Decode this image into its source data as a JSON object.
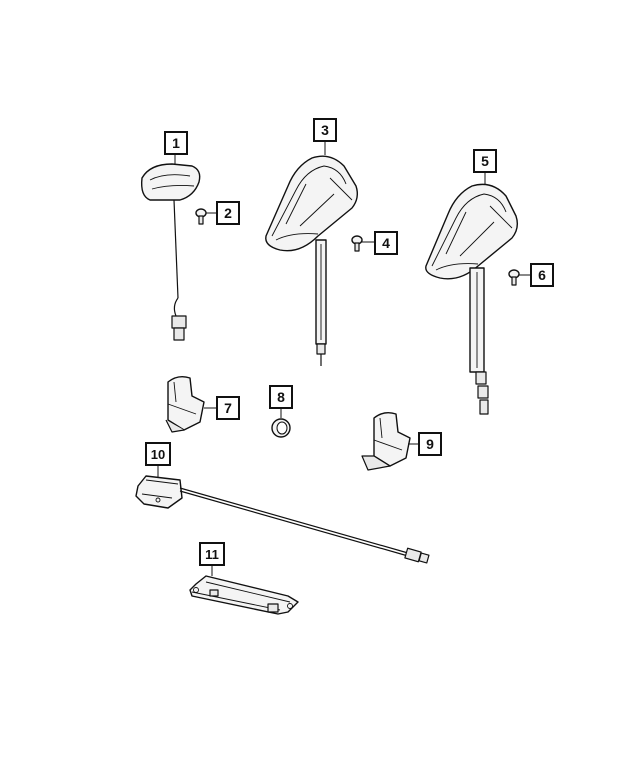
{
  "callouts": [
    {
      "id": "callout-1",
      "label": "1"
    },
    {
      "id": "callout-2",
      "label": "2"
    },
    {
      "id": "callout-3",
      "label": "3"
    },
    {
      "id": "callout-4",
      "label": "4"
    },
    {
      "id": "callout-5",
      "label": "5"
    },
    {
      "id": "callout-6",
      "label": "6"
    },
    {
      "id": "callout-7",
      "label": "7"
    },
    {
      "id": "callout-8",
      "label": "8"
    },
    {
      "id": "callout-9",
      "label": "9"
    },
    {
      "id": "callout-10",
      "label": "10"
    },
    {
      "id": "callout-11",
      "label": "11"
    }
  ],
  "colors": {
    "line": "#111111",
    "fill": "#f4f4f4",
    "background": "#ffffff"
  }
}
